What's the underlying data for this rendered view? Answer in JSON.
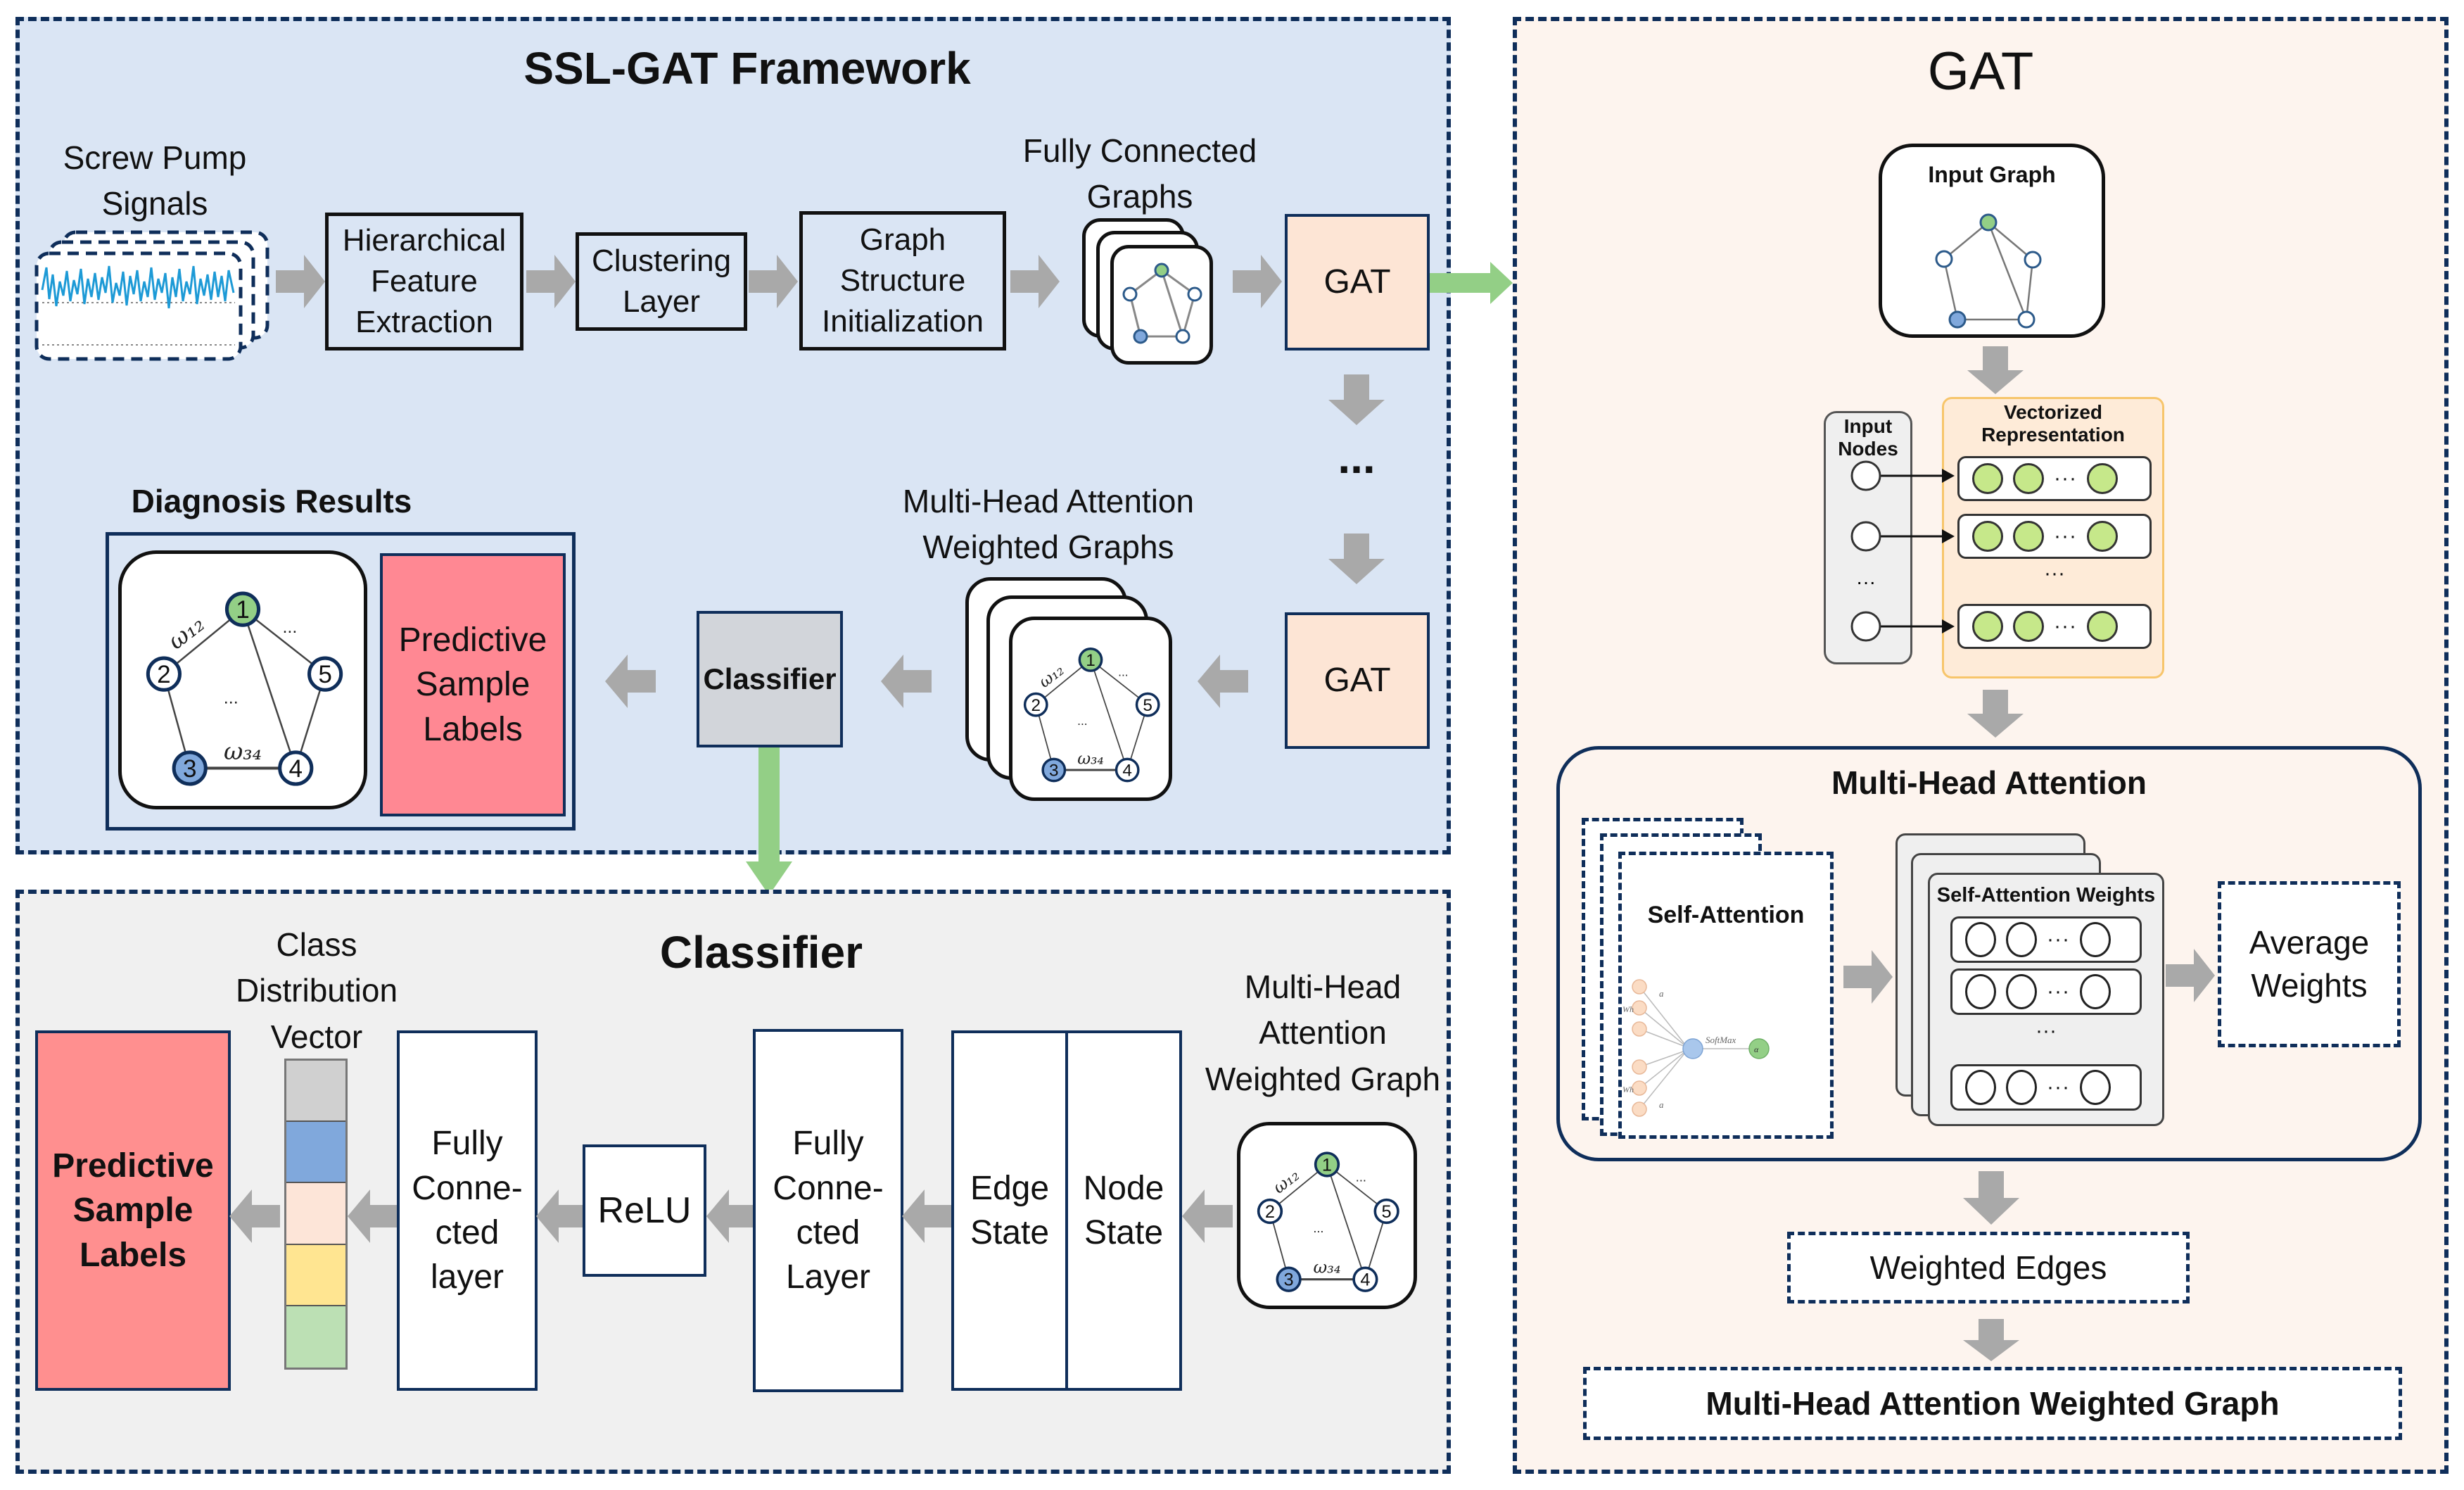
{
  "ssl_gat_panel": {
    "title": "SSL-GAT Framework",
    "background": "#dae5f4",
    "signals_label": "Screw Pump\nSignals",
    "steps": [
      {
        "id": "hfe",
        "label": "Hierarchical\nFeature\nExtraction"
      },
      {
        "id": "clustering",
        "label": "Clustering\nLayer"
      },
      {
        "id": "gsi",
        "label": "Graph\nStructure\nInitialization"
      }
    ],
    "fully_connected_graphs_label": "Fully Connected\nGraphs",
    "gat_top_label": "GAT",
    "ellipsis": "...",
    "gat_bottom_label": "GAT",
    "mha_weighted_graphs_label": "Multi-Head Attention\nWeighted Graphs",
    "classifier_label": "Classifier",
    "diagnosis_results_title": "Diagnosis Results",
    "predictive_labels": "Predictive\nSample\nLabels",
    "gat_color": "#fde5d5",
    "classifier_color": "#d2d5da",
    "predictive_color": "#ff8893"
  },
  "weighted_graph": {
    "nodes": [
      {
        "id": "1",
        "fill": "#93cf86"
      },
      {
        "id": "2",
        "fill": "#ffffff"
      },
      {
        "id": "3",
        "fill": "#80a8dc"
      },
      {
        "id": "4",
        "fill": "#ffffff"
      },
      {
        "id": "5",
        "fill": "#ffffff"
      }
    ],
    "edge_labels": {
      "w12": "ω₁₂",
      "w34": "ω₃₄",
      "ellipsis": "..."
    }
  },
  "gat_panel": {
    "title": "GAT",
    "background": "#fdf4ee",
    "input_graph_label": "Input Graph",
    "input_nodes_label": "Input\nNodes",
    "vectorized_label": "Vectorized\nRepresentation",
    "ellipsis": "···",
    "mha_title": "Multi-Head Attention",
    "self_attention_label": "Self-Attention",
    "self_attention_weights_label": "Self-Attention Weights",
    "sa_diagram": {
      "wh_i": "Wh_i",
      "wh_j": "Wh_j",
      "a": "a",
      "softmax": "SoftMax_j",
      "alpha": "α_ij"
    },
    "average_weights_label": "Average\nWeights",
    "weighted_edges_label": "Weighted Edges",
    "mha_graph_label": "Multi-Head Attention Weighted Graph"
  },
  "classifier_panel": {
    "title": "Classifier",
    "background": "#f0f0f0",
    "predictive_labels": "Predictive\nSample\nLabels",
    "class_vector_label": "Class\nDistribution\nVector",
    "class_vector_colors": [
      "#d0d0d0",
      "#80a8dc",
      "#fde5d8",
      "#ffe591",
      "#bce0b4"
    ],
    "fc_layer_1": "Fully\nConne-\ncted\nlayer",
    "relu": "ReLU",
    "fc_layer_2": "Fully\nConne-\ncted\nLayer",
    "edge_state": "Edge\nState",
    "node_state": "Node\nState",
    "mha_graph_label": "Multi-Head\nAttention\nWeighted Graph"
  }
}
